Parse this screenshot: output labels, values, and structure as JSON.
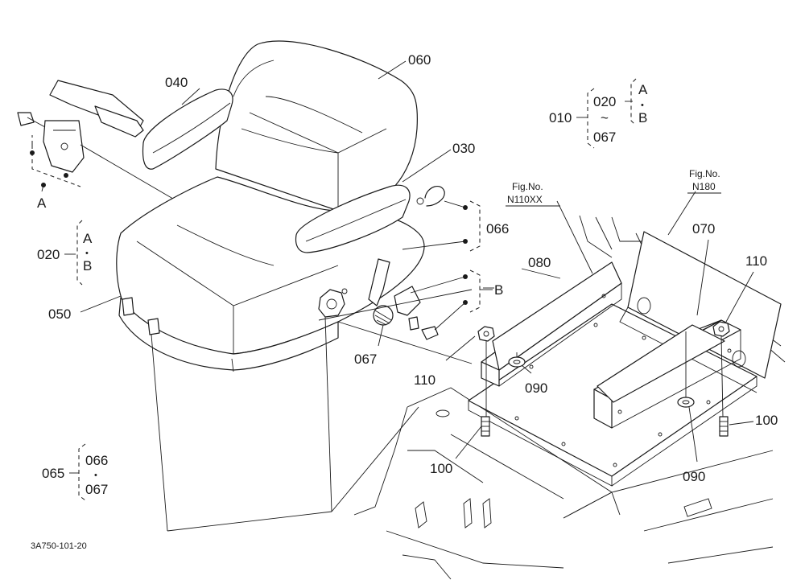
{
  "labels": {
    "p060": "060",
    "p040": "040",
    "p030": "030",
    "p050": "050",
    "p067": "067",
    "p066": "066",
    "p080": "080",
    "p070": "070",
    "p110_left": "110",
    "p110_right": "110",
    "p090_left": "090",
    "p090_right": "090",
    "p100_left": "100",
    "p100_right": "100"
  },
  "groups": {
    "g010": {
      "code": "010",
      "from": "020",
      "tilde": "~",
      "to": "067",
      "opt_a": "A",
      "opt_dot": "•",
      "opt_b": "B"
    },
    "g020": {
      "code": "020",
      "opt_a": "A",
      "opt_dot": "•",
      "opt_b": "B"
    },
    "g065": {
      "code": "065",
      "top": "066",
      "dot": "•",
      "bottom": "067"
    }
  },
  "markers": {
    "a": "A",
    "b": "B"
  },
  "fig_refs": [
    {
      "title": "Fig.No.",
      "number": "N110XX"
    },
    {
      "title": "Fig.No.",
      "number": "N180"
    }
  ],
  "drawing_number": "3A750-101-20"
}
